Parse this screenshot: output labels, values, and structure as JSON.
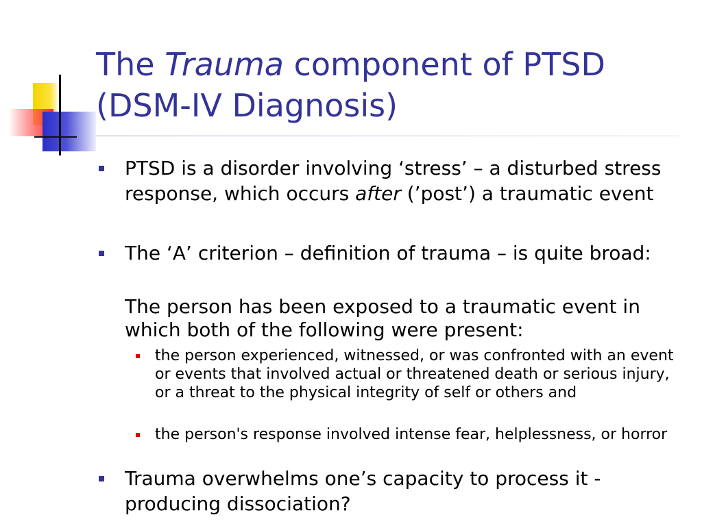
{
  "slide": {
    "title": {
      "pre": "The ",
      "emph": "Trauma",
      "post": " component of PTSD (DSM-IV Diagnosis)"
    },
    "bullet1": {
      "pre": "PTSD is a disorder involving ‘stress’ – a disturbed stress response, which occurs ",
      "emph": "after",
      "post": " (’post’) a traumatic event"
    },
    "bullet2": "The ‘A’ criterion – definition of trauma – is quite broad:",
    "paragraph": "The person has been exposed to a traumatic event in which both of the following were present:",
    "subbullets": [
      "the person experienced, witnessed, or was confronted with an event or events that involved actual or threatened death or serious injury, or a threat to the physical integrity of self or others and",
      "the person's response involved intense fear, helplessness, or horror"
    ],
    "bullet3": "Trauma overwhelms one’s capacity to process it - producing dissociation?"
  },
  "colors": {
    "title": "#333399",
    "bullet_marker": "#333399",
    "subbullet_marker": "#e00000",
    "body_text": "#000000"
  }
}
